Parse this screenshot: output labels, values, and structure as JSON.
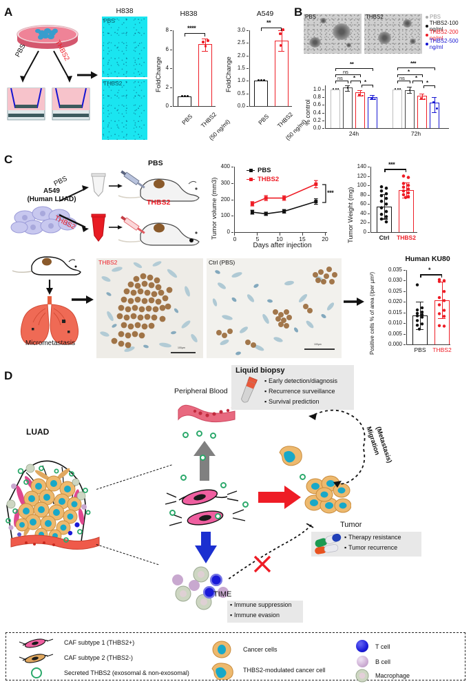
{
  "figure": {
    "panels": [
      "A",
      "B",
      "C",
      "D"
    ]
  },
  "panelA": {
    "letter": "A",
    "schematic": {
      "arrow_pbs": "PBS",
      "arrow_thbs2": "THBS2"
    },
    "microscopy": {
      "title": "H838",
      "top_label": "PBS",
      "bottom_label": "THBS2"
    },
    "chart_h838": {
      "title": "H838",
      "ylabel": "FoldChange",
      "significance": "****",
      "yticks": [
        "0",
        "2",
        "4",
        "6",
        "8"
      ],
      "categories": [
        "PBS",
        "THBS2\n(50 ng/ml)"
      ],
      "cat1": "PBS",
      "cat2_line1": "THBS2",
      "cat2_line2": "(50 ng/ml)"
    },
    "chart_a549": {
      "title": "A549",
      "ylabel": "FoldChange",
      "significance": "**",
      "yticks": [
        "0.0",
        "0.5",
        "1.0",
        "1.5",
        "2.0",
        "2.5",
        "3.0"
      ],
      "cat1": "PBS",
      "cat2_line1": "THBS2",
      "cat2_line2": "(50 ng/ml)"
    }
  },
  "panelB": {
    "letter": "B",
    "images": {
      "left_label": "PBS",
      "right_label": "THBS2"
    },
    "legend": [
      {
        "label": "PBS",
        "color": "#aaaaaa"
      },
      {
        "label": "THBS2-100 ng/ml",
        "color": "#111111"
      },
      {
        "label": "THBS2-200 ng/ml",
        "color": "#ee1c25"
      },
      {
        "label": "THBS2-500 ng/ml",
        "color": "#1414d2"
      }
    ],
    "chart": {
      "ylabel": "% control",
      "yticks": [
        "0.0",
        "0.2",
        "0.4",
        "0.6",
        "0.8",
        "1.0"
      ],
      "xticks": [
        "24h",
        "72h"
      ],
      "sig_24h": [
        "ns",
        "ns",
        "*",
        "*",
        "**"
      ],
      "sig_72h": [
        "ns",
        "*",
        "*",
        "*",
        "***"
      ]
    }
  },
  "panelC": {
    "letter": "C",
    "schematic": {
      "cell_line_1": "A549",
      "cell_line_2": "(Human LUAD)",
      "arrow_pbs": "PBS",
      "arrow_thbs2": "THBS2",
      "mouse_pbs": "PBS",
      "mouse_thbs2": "THBS2",
      "lung_label": "Micrometastasis"
    },
    "chart_volume": {
      "ylabel": "Tumor volume (mm3)",
      "xlabel": "Days after injection",
      "yticks": [
        "0",
        "100",
        "200",
        "300",
        "400"
      ],
      "xticks": [
        "0",
        "5",
        "10",
        "15",
        "20"
      ],
      "significance": "***",
      "series": [
        {
          "name": "PBS",
          "color": "#111111"
        },
        {
          "name": "THBS2",
          "color": "#ee1c25"
        }
      ]
    },
    "chart_weight": {
      "ylabel": "Tumor Weight (mg)",
      "yticks": [
        "0",
        "20",
        "40",
        "60",
        "80",
        "100",
        "120",
        "140"
      ],
      "xticks": [
        "Ctrl",
        "THBS2"
      ],
      "significance": "***"
    },
    "ihc": {
      "left_label": "THBS2",
      "right_label": "Ctrl (PBS)",
      "scalebar": "100µm"
    },
    "chart_ku80": {
      "title": "Human KU80",
      "ylabel": "Positive cells % of area (/per µm²)",
      "yticks": [
        "0.000",
        "0.005",
        "0.010",
        "0.015",
        "0.020",
        "0.025",
        "0.030",
        "0.035"
      ],
      "xticks": [
        "PBS",
        "THBS2"
      ],
      "significance": "*"
    }
  },
  "panelD": {
    "letter": "D",
    "labels": {
      "luad": "LUAD",
      "peripheral_blood": "Peripheral Blood",
      "tumor": "Tumor",
      "time": "TIME",
      "migration_line1": "Migration",
      "migration_line2": "(Metastasis)"
    },
    "liquid_biopsy": {
      "title": "Liquid biopsy",
      "items": [
        "Early detection/diagnosis",
        "Recurrence surveillance",
        "Survival prediction"
      ]
    },
    "tumor_box": {
      "items": [
        "Therapy resistance",
        "Tumor recurrence"
      ]
    },
    "time_box": {
      "items": [
        "Immune suppression",
        "Immune evasion"
      ]
    },
    "legend": {
      "col1": [
        "CAF subtype 1 (THBS2+)",
        "CAF subtype 2 (THBS2-)",
        "Secreted THBS2 (exosomal & non-exosomal)"
      ],
      "col2": [
        "Cancer cells",
        "THBS2-modulated cancer cell"
      ],
      "col3": [
        "T cell",
        "B cell",
        "Macrophage"
      ]
    }
  },
  "chart_data": [
    {
      "id": "h838_foldchange",
      "type": "bar",
      "title": "H838",
      "xlabel": "",
      "ylabel": "FoldChange",
      "categories": [
        "PBS",
        "THBS2 (50 ng/ml)"
      ],
      "values": [
        1.0,
        6.55
      ],
      "errors": [
        0.05,
        0.35
      ],
      "points": [
        [
          0.98,
          1.0,
          1.02
        ],
        [
          6.2,
          6.6,
          6.9
        ]
      ],
      "ylim": [
        0,
        8
      ],
      "yticks": [
        0,
        2,
        4,
        6,
        8
      ],
      "annotations": [
        {
          "text": "****",
          "between": [
            0,
            1
          ]
        }
      ],
      "grid": false,
      "legend": "none"
    },
    {
      "id": "a549_foldchange",
      "type": "bar",
      "title": "A549",
      "xlabel": "",
      "ylabel": "FoldChange",
      "categories": [
        "PBS",
        "THBS2 (50 ng/ml)"
      ],
      "values": [
        1.0,
        2.6
      ],
      "errors": [
        0.03,
        0.42
      ],
      "points": [
        [
          0.98,
          1.0,
          1.02
        ],
        [
          2.3,
          2.95,
          3.1
        ]
      ],
      "ylim": [
        0,
        3.0
      ],
      "yticks": [
        0.0,
        0.5,
        1.0,
        1.5,
        2.0,
        2.5,
        3.0
      ],
      "annotations": [
        {
          "text": "**",
          "between": [
            0,
            1
          ]
        }
      ],
      "grid": false,
      "legend": "none"
    },
    {
      "id": "spheroid_viability",
      "type": "bar",
      "title": "",
      "xlabel": "",
      "ylabel": "% control",
      "categories": [
        "24h",
        "72h"
      ],
      "series": [
        {
          "name": "PBS",
          "color": "#aaaaaa",
          "values": [
            1.0,
            1.0
          ],
          "errors": [
            0.0,
            0.0
          ]
        },
        {
          "name": "THBS2-100 ng/ml",
          "color": "#111111",
          "values": [
            1.04,
            0.98
          ],
          "errors": [
            0.04,
            0.06
          ]
        },
        {
          "name": "THBS2-200 ng/ml",
          "color": "#ee1c25",
          "values": [
            0.92,
            0.83
          ],
          "errors": [
            0.04,
            0.03
          ]
        },
        {
          "name": "THBS2-500 ng/ml",
          "color": "#1414d2",
          "values": [
            0.8,
            0.66
          ],
          "errors": [
            0.03,
            0.13
          ]
        }
      ],
      "ylim": [
        0,
        1.1
      ],
      "yticks": [
        0.0,
        0.2,
        0.4,
        0.6,
        0.8,
        1.0
      ],
      "annotations": [
        {
          "text": "ns",
          "group": "24h",
          "between": [
            0,
            1
          ]
        },
        {
          "text": "ns",
          "group": "24h",
          "between": [
            0,
            2
          ]
        },
        {
          "text": "*",
          "group": "24h",
          "between": [
            1,
            2
          ]
        },
        {
          "text": "*",
          "group": "24h",
          "between": [
            2,
            3
          ]
        },
        {
          "text": "**",
          "group": "24h",
          "between": [
            0,
            3
          ]
        },
        {
          "text": "ns",
          "group": "72h",
          "between": [
            0,
            1
          ]
        },
        {
          "text": "*",
          "group": "72h",
          "between": [
            0,
            2
          ]
        },
        {
          "text": "*",
          "group": "72h",
          "between": [
            1,
            2
          ]
        },
        {
          "text": "*",
          "group": "72h",
          "between": [
            2,
            3
          ]
        },
        {
          "text": "***",
          "group": "72h",
          "between": [
            0,
            3
          ]
        }
      ],
      "grid": false,
      "legend": "right"
    },
    {
      "id": "tumor_volume",
      "type": "line",
      "title": "",
      "xlabel": "Days after injection",
      "ylabel": "Tumor volume (mm3)",
      "x": [
        4,
        7,
        11,
        18
      ],
      "series": [
        {
          "name": "PBS",
          "color": "#111111",
          "values": [
            122,
            112,
            127,
            187
          ],
          "errors": [
            12,
            10,
            11,
            17
          ]
        },
        {
          "name": "THBS2",
          "color": "#ee1c25",
          "values": [
            173,
            208,
            208,
            293
          ],
          "errors": [
            13,
            15,
            14,
            22
          ]
        }
      ],
      "xlim": [
        0,
        20
      ],
      "ylim": [
        0,
        400
      ],
      "yticks": [
        0,
        100,
        200,
        300,
        400
      ],
      "xticks": [
        0,
        5,
        10,
        15,
        20
      ],
      "annotations": [
        {
          "text": "***",
          "at_x": 18
        }
      ],
      "grid": false,
      "legend": "top-left"
    },
    {
      "id": "tumor_weight",
      "type": "bar",
      "title": "",
      "xlabel": "",
      "ylabel": "Tumor Weight (mg)",
      "categories": [
        "Ctrl",
        "THBS2"
      ],
      "values": [
        55,
        90
      ],
      "errors": [
        26,
        16
      ],
      "points": [
        [
          97,
          94,
          88,
          82,
          78,
          72,
          66,
          60,
          52,
          44,
          38,
          33,
          28,
          22
        ],
        [
          120,
          117,
          104,
          100,
          96,
          92,
          88,
          84,
          80,
          76,
          74
        ]
      ],
      "ylim": [
        0,
        140
      ],
      "yticks": [
        0,
        20,
        40,
        60,
        80,
        100,
        120,
        140
      ],
      "annotations": [
        {
          "text": "***",
          "between": [
            0,
            1
          ]
        }
      ],
      "grid": false,
      "legend": "none"
    },
    {
      "id": "human_ku80",
      "type": "bar",
      "title": "Human KU80",
      "xlabel": "",
      "ylabel": "Positive cells % of area (/per µm²)",
      "categories": [
        "PBS",
        "THBS2"
      ],
      "values": [
        0.0137,
        0.0209
      ],
      "errors": [
        0.0064,
        0.0085
      ],
      "points": [
        [
          0.028,
          0.0172,
          0.0162,
          0.0152,
          0.0146,
          0.014,
          0.0134,
          0.0128,
          0.0112,
          0.0096,
          0.009,
          0.0072
        ],
        [
          0.0305,
          0.03,
          0.0296,
          0.0248,
          0.022,
          0.0206,
          0.0186,
          0.016,
          0.0144,
          0.0132,
          0.0088,
          0.0086
        ]
      ],
      "ylim": [
        0,
        0.035
      ],
      "yticks": [
        0.0,
        0.005,
        0.01,
        0.015,
        0.02,
        0.025,
        0.03,
        0.035
      ],
      "annotations": [
        {
          "text": "*",
          "between": [
            0,
            1
          ]
        }
      ],
      "grid": false,
      "legend": "none"
    }
  ]
}
